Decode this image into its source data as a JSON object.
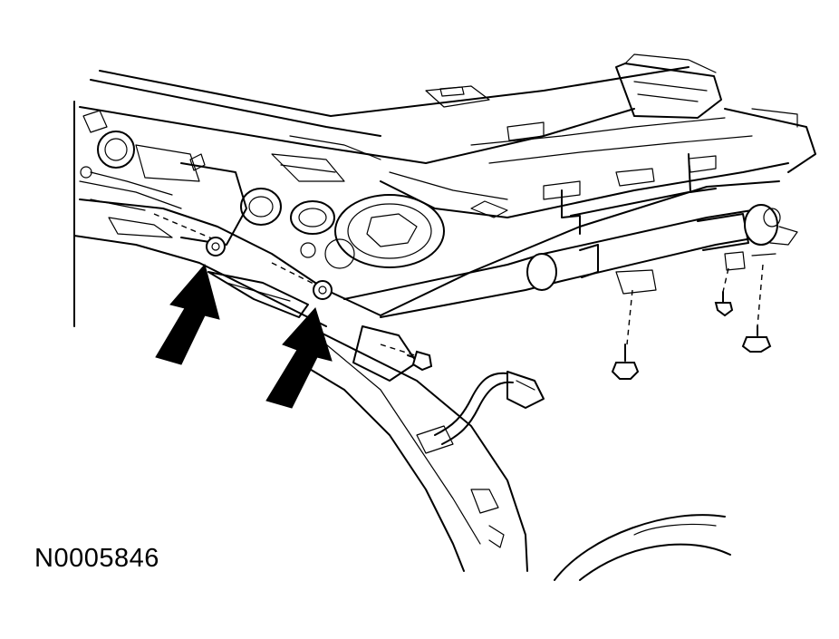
{
  "figure": {
    "id_label": "N0005846"
  },
  "colors": {
    "line": "#000000",
    "background": "#ffffff"
  },
  "callouts": {
    "arrow_count": 2,
    "fastener_marks": [
      "nut-left",
      "nut-right",
      "bolt-airbag-upper",
      "bolt-airbag-1",
      "bolt-airbag-2",
      "bolt-airbag-3"
    ]
  }
}
